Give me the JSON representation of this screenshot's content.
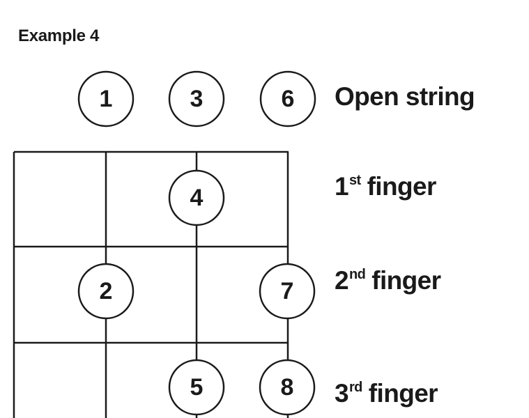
{
  "title": "Example 4",
  "labels": {
    "open": "Open string",
    "f1": {
      "ordinal": "1",
      "suffix": "st",
      "word": "finger"
    },
    "f2": {
      "ordinal": "2",
      "suffix": "nd",
      "word": "finger"
    },
    "f3": {
      "ordinal": "3",
      "suffix": "rd",
      "word": "finger"
    }
  },
  "notes": {
    "open_1": "1",
    "open_3": "3",
    "open_6": "6",
    "f1_4": "4",
    "f2_2": "2",
    "f2_7": "7",
    "f3_5": "5",
    "f3_8": "8"
  },
  "colors": {
    "ink": "#1a1a1a",
    "background": "#ffffff"
  }
}
